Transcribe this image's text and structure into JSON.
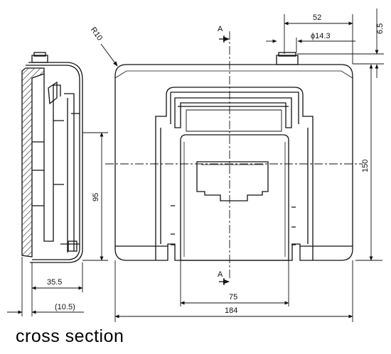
{
  "caption": "cross section",
  "labels": {
    "radius": "R10",
    "section_top": "A",
    "section_bottom": "A"
  },
  "dimensions": {
    "d52": "52",
    "d65": "6.5",
    "dphi": "ϕ14.3",
    "d150": "150",
    "d95": "95",
    "d355": "35.5",
    "d105": "(10.5)",
    "d75": "75",
    "d184": "184"
  }
}
